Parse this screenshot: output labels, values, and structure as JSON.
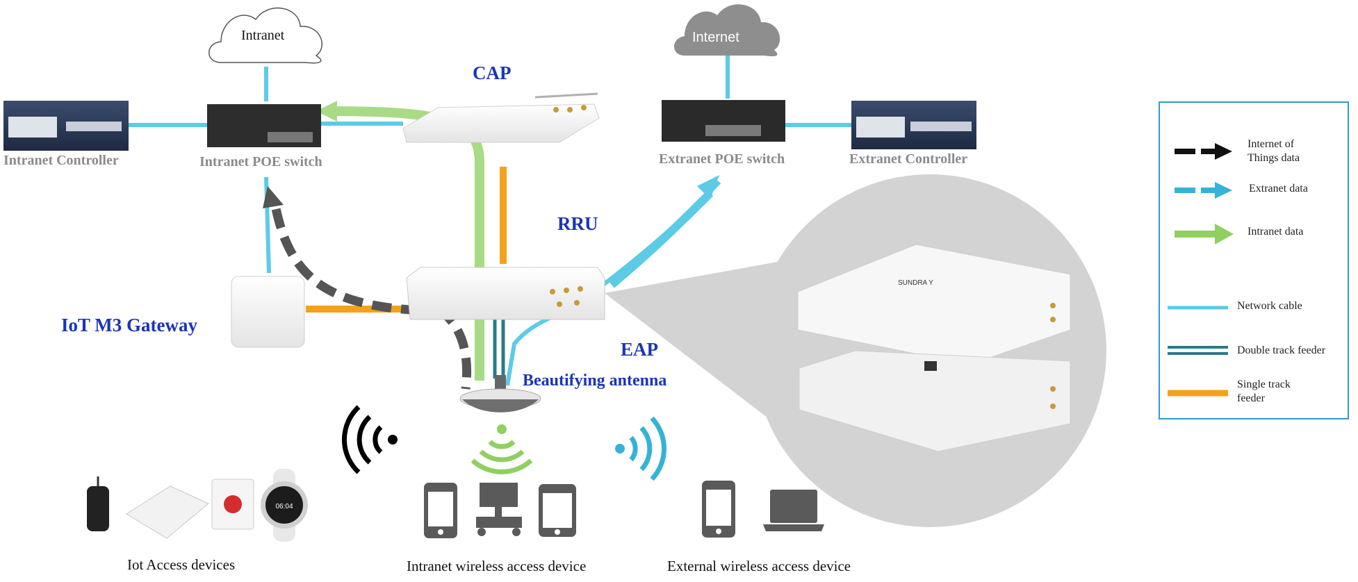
{
  "clouds": {
    "intranet": "Intranet",
    "internet": "Internet"
  },
  "devices": {
    "intranet_controller": "Intranet Controller",
    "intranet_poe_switch": "Intranet POE switch",
    "extranet_poe_switch": "Extranet POE switch",
    "extranet_controller": "Extranet Controller"
  },
  "nodes": {
    "cap": "CAP",
    "rru": "RRU",
    "eap": "EAP",
    "iot_gateway": "IoT M3 Gateway",
    "antenna": "Beautifying antenna"
  },
  "device_lettering": {
    "eap_closeup": "SUNDRA Y",
    "watch_time": "06:04"
  },
  "groups": {
    "iot_access": "Iot Access devices",
    "intranet_wireless": "Intranet wireless access device",
    "external_wireless": "External wireless access device"
  },
  "legend": {
    "iot_data": "Internet of Things data",
    "extranet_data": "Extranet data",
    "intranet_data": "Intranet data",
    "network_cable": "Network cable",
    "double_track": "Double track feeder",
    "single_track": "Single track feeder"
  },
  "colors": {
    "iot_data": "#555555",
    "extranet_data": "#35b3d6",
    "intranet_data": "#8fd060",
    "network_cable": "#5ccbe6",
    "double_track": "#2c7a86",
    "single_track": "#f5a21b",
    "label_blue": "#1a35b8",
    "label_grey": "#8a8a8a",
    "legend_border": "#2e9bc9"
  }
}
